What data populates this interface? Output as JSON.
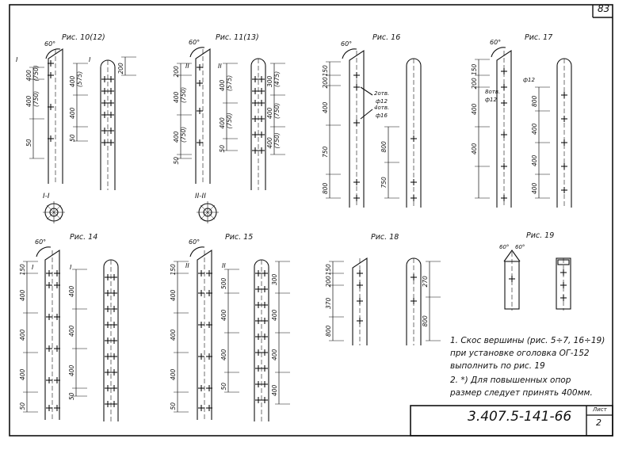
{
  "page_number": "83",
  "figures": [
    {
      "id": "fig10",
      "title": "Рис. 10(12)",
      "section": "I-I",
      "marker": "I"
    },
    {
      "id": "fig11",
      "title": "Рис. 11(13)",
      "section": "II-II",
      "marker": "II"
    },
    {
      "id": "fig16",
      "title": "Рис. 16"
    },
    {
      "id": "fig17",
      "title": "Рис. 17"
    },
    {
      "id": "fig14",
      "title": "Рис. 14",
      "marker": "I"
    },
    {
      "id": "fig15",
      "title": "Рис. 15",
      "marker": "II"
    },
    {
      "id": "fig18",
      "title": "Рис. 18"
    },
    {
      "id": "fig19",
      "title": "Рис. 19"
    }
  ],
  "angle_label": "60°",
  "callouts": {
    "holes_12": "2отв. ф12",
    "holes_16": "4отв. ф16",
    "holes_8": "8отв. ф12",
    "phi12": "ф12"
  },
  "dims": {
    "fig10_left": [
      "400\n(750)",
      "400\n(750)",
      "50"
    ],
    "fig10_right": [
      "200",
      "400\n(575)",
      "400",
      "50"
    ],
    "fig10_star": "200",
    "fig11_left": [
      "200",
      "400\n(750)",
      "400\n(750)",
      "50"
    ],
    "fig11_mid": [
      "400\n(575)",
      "400\n(750)",
      "50"
    ],
    "fig11_right": [
      "300\n(475)",
      "400\n(750)",
      "400\n(750)"
    ],
    "fig16_left": [
      "150",
      "200",
      "400",
      "750",
      "800"
    ],
    "fig16_right": [
      "800",
      "750"
    ],
    "fig17_left": [
      "150",
      "200",
      "400",
      "400"
    ],
    "fig17_right": [
      "800",
      "400",
      "400",
      "400"
    ],
    "fig14_left": [
      "150",
      "400",
      "400",
      "400",
      "50"
    ],
    "fig14_right": [
      "400",
      "400",
      "400",
      "50"
    ],
    "fig15_left": [
      "150",
      "400",
      "400",
      "400",
      "50"
    ],
    "fig15_mid": [
      "500",
      "400",
      "400",
      "50"
    ],
    "fig15_right": [
      "300",
      "400",
      "400",
      "400"
    ],
    "fig18_left": [
      "150",
      "200",
      "370",
      "800"
    ],
    "fig18_right": [
      "270",
      "800"
    ]
  },
  "notes": [
    "1.  Скос вершины (рис. 5÷7, 16÷19)",
    "при установке оголовка ОГ-152",
    "выполнить по рис. 19",
    "2. *) Для повышенных   опор",
    "размер следует принять 400мм."
  ],
  "stamp": {
    "document_code": "3.407.5-141-66",
    "sheet_label": "Лист",
    "sheet": "2"
  }
}
